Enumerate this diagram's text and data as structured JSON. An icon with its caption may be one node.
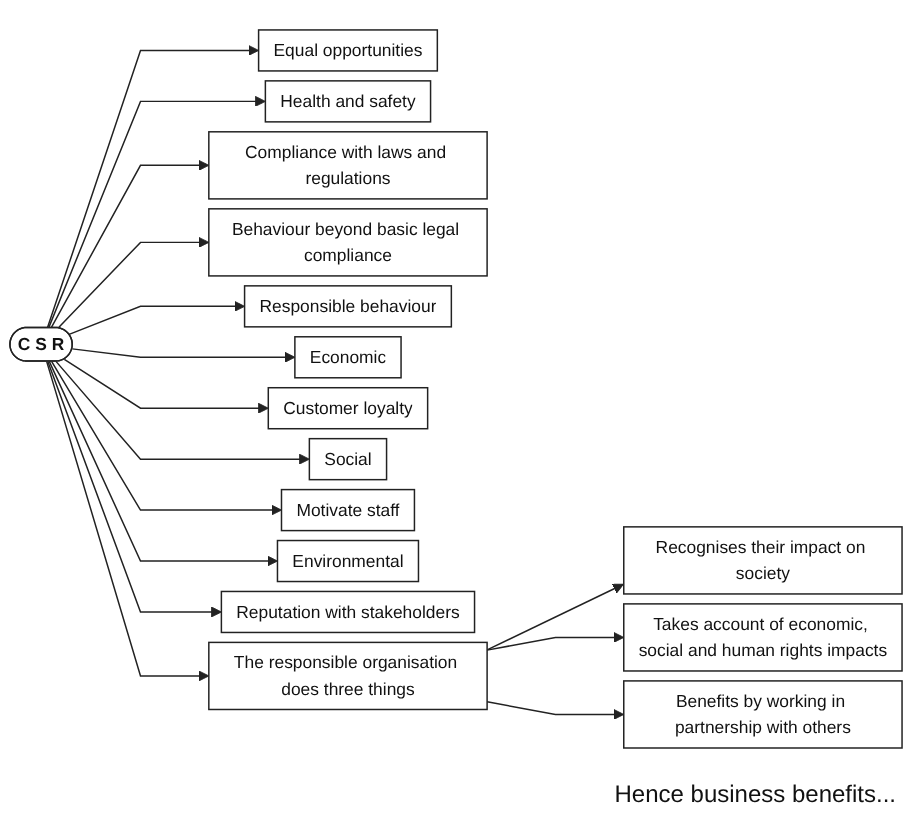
{
  "diagram": {
    "nodes": [
      {
        "text": [
          "Equal opportunities"
        ]
      },
      {
        "text": [
          "Health and safety"
        ]
      },
      {
        "text": [
          "Compliance with laws and regulations"
        ]
      },
      {
        "text": [
          "Behaviour beyond basic legal compliance"
        ]
      },
      {
        "text": [
          "Responsible behaviour"
        ]
      },
      {
        "text": [
          "C S R"
        ]
      },
      {
        "text": [
          "Economic"
        ]
      },
      {
        "text": [
          "Customer loyalty"
        ]
      },
      {
        "text": [
          "Social"
        ]
      },
      {
        "text": [
          "Motivate staff"
        ]
      },
      {
        "text": [
          "Environmental"
        ]
      },
      {
        "text": [
          "Reputation with stakeholders"
        ]
      },
      {
        "text": [
          "The responsible organisation does three things"
        ]
      },
      {
        "text": [
          "Recognises their impact on society"
        ]
      },
      {
        "text": [
          "Takes account of economic, social and human rights impacts"
        ]
      },
      {
        "text": [
          "Benefits by working in partnership with others"
        ]
      }
    ],
    "edges": [
      {
        "from": 5,
        "to": 0,
        "arrow": "to"
      },
      {
        "from": 5,
        "to": 1,
        "arrow": "to"
      },
      {
        "from": 5,
        "to": 2,
        "arrow": "to"
      },
      {
        "from": 5,
        "to": 3,
        "arrow": "to"
      },
      {
        "from": 5,
        "to": 4,
        "arrow": "to"
      },
      {
        "from": 5,
        "to": 6,
        "arrow": "to"
      },
      {
        "from": 5,
        "to": 7,
        "arrow": "to"
      },
      {
        "from": 5,
        "to": 8,
        "arrow": "to"
      },
      {
        "from": 5,
        "to": 9,
        "arrow": "to"
      },
      {
        "from": 5,
        "to": 10,
        "arrow": "to"
      },
      {
        "from": 5,
        "to": 11,
        "arrow": "to"
      },
      {
        "from": 5,
        "to": 12,
        "arrow": "to"
      },
      {
        "from": 12,
        "to": 13,
        "arrow": "to"
      },
      {
        "from": 12,
        "to": 14,
        "arrow": "to"
      },
      {
        "from": 12,
        "to": 15,
        "arrow": "to"
      }
    ],
    "labels": [
      "Hence business benefits..."
    ]
  }
}
